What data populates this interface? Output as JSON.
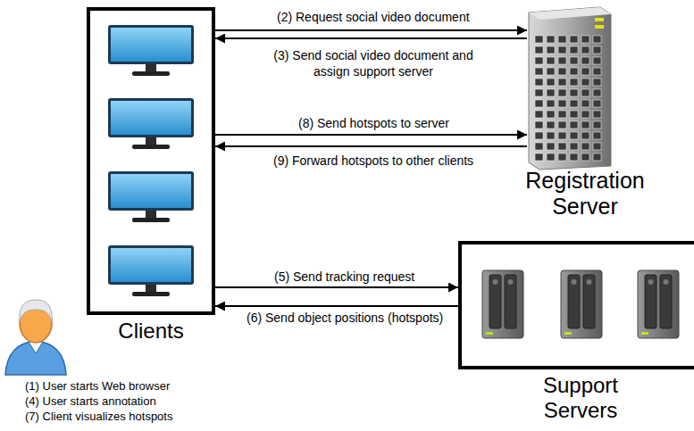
{
  "diagram": {
    "nodes": [
      {
        "text": [
          "Clients"
        ]
      },
      {
        "text": [
          "Registration Server"
        ]
      },
      {
        "text": [
          "Support Servers"
        ]
      }
    ],
    "edges": [
      {
        "from": 0,
        "to": 1,
        "arrow": "to",
        "label": "(2) Request social video document"
      },
      {
        "from": 1,
        "to": 0,
        "arrow": "to",
        "label": "(3) Send social video document and assign support server"
      },
      {
        "from": 0,
        "to": 1,
        "arrow": "to",
        "label": "(8) Send hotspots to server"
      },
      {
        "from": 1,
        "to": 0,
        "arrow": "to",
        "label": "(9) Forward hotspots to other clients"
      },
      {
        "from": 0,
        "to": 2,
        "arrow": "to",
        "label": "(5) Send tracking request"
      },
      {
        "from": 2,
        "to": 0,
        "arrow": "to",
        "label": "(6) Send object positions (hotspots)"
      }
    ],
    "labels": [
      "(1) User starts Web browser",
      "(4) User starts annotation",
      "(7) Client visualizes hotspots"
    ]
  }
}
